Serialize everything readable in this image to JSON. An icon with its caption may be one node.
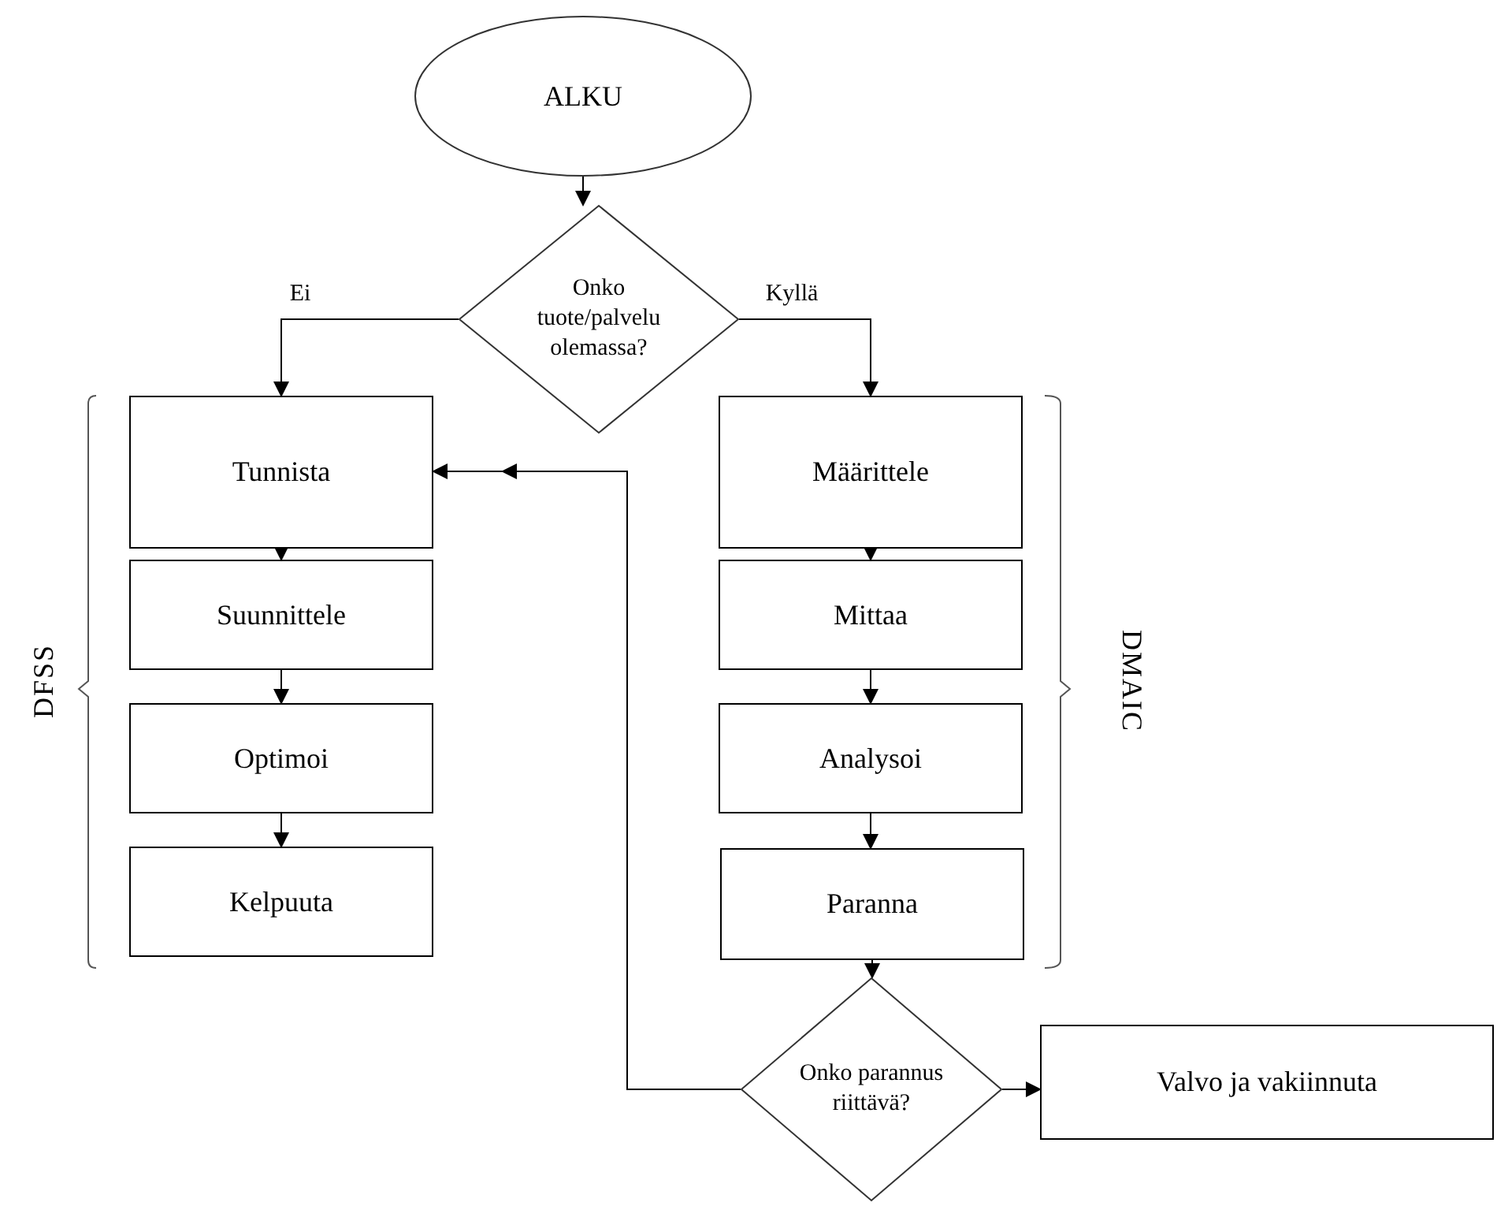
{
  "diagram": {
    "nodes": [
      {
        "text": [
          "ALKU"
        ]
      },
      {
        "text": [
          "Onko tuote/palvelu olemassa?"
        ]
      },
      {
        "text": [
          "Tunnista"
        ]
      },
      {
        "text": [
          "Suunnittele"
        ]
      },
      {
        "text": [
          "Optimoi"
        ]
      },
      {
        "text": [
          "Kelpuuta"
        ]
      },
      {
        "text": [
          "Määrittele"
        ]
      },
      {
        "text": [
          "Mittaa"
        ]
      },
      {
        "text": [
          "Analysoi"
        ]
      },
      {
        "text": [
          "Paranna"
        ]
      },
      {
        "text": [
          "Onko parannus riittävä?"
        ]
      },
      {
        "text": [
          "Valvo ja vakiinnuta"
        ]
      }
    ],
    "edges": [
      {
        "from": 0,
        "to": 1,
        "arrow": "to"
      },
      {
        "from": 1,
        "to": 2,
        "arrow": "to",
        "label": "Ei"
      },
      {
        "from": 1,
        "to": 6,
        "arrow": "to",
        "label": "Kyllä"
      },
      {
        "from": 2,
        "to": 3,
        "arrow": "to"
      },
      {
        "from": 3,
        "to": 4,
        "arrow": "to"
      },
      {
        "from": 4,
        "to": 5,
        "arrow": "to"
      },
      {
        "from": 6,
        "to": 7,
        "arrow": "to"
      },
      {
        "from": 7,
        "to": 8,
        "arrow": "to"
      },
      {
        "from": 8,
        "to": 9,
        "arrow": "to"
      },
      {
        "from": 9,
        "to": 10,
        "arrow": "to"
      },
      {
        "from": 10,
        "to": 11,
        "arrow": "to"
      },
      {
        "from": 10,
        "to": 2,
        "arrow": "to"
      }
    ],
    "labels": [
      "DFSS",
      "DMAIC"
    ]
  }
}
